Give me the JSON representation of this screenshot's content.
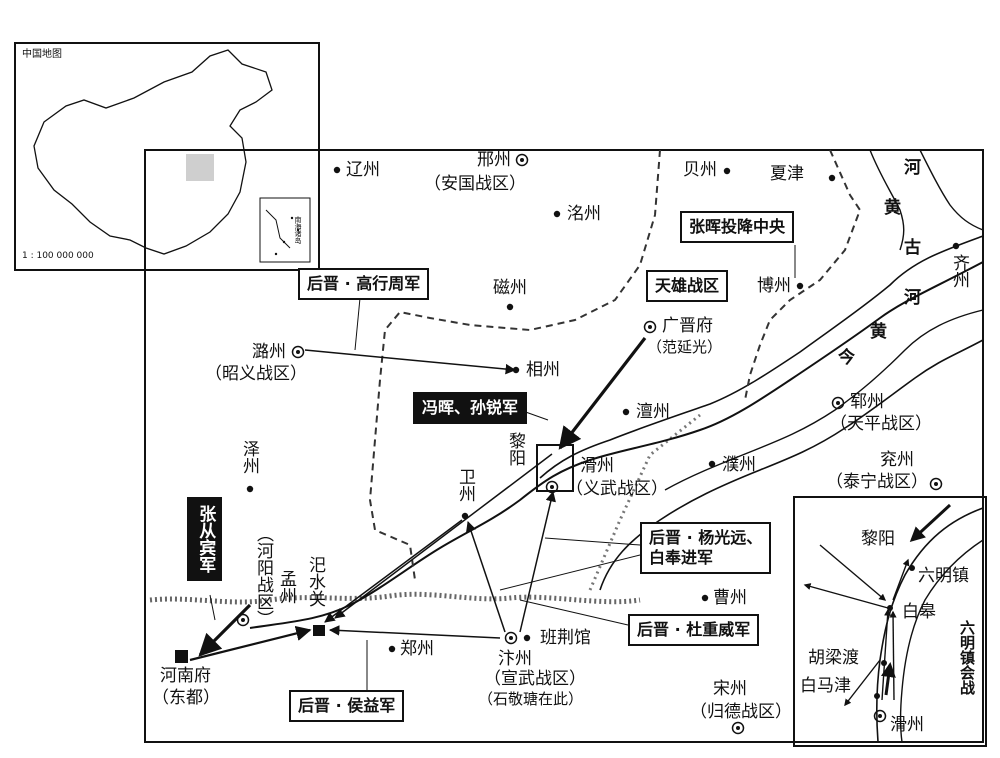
{
  "inset_map": {
    "title": "中国地图",
    "scale": "1 : 100 000 000",
    "islands_label": "南海诸岛",
    "highlight_color": "#cfcfcf"
  },
  "places": {
    "liaozhou": "辽州",
    "xingzhou": "邢州",
    "anguo": "（安国战区）",
    "beizhou": "贝州",
    "xiajin": "夏津",
    "mingzhou": "洺州",
    "cizhou": "磁州",
    "luzhou": "潞州",
    "zhaoyi": "（昭义战区）",
    "xiangzhou": "相州",
    "guangjinfu": "广晋府",
    "fanyanguang": "（范延光）",
    "bozhou": "博州",
    "qizhou": "齐州",
    "chanzhou": "澶州",
    "zezhou": "泽州",
    "liyang": "黎阳",
    "huazhou": "滑州",
    "yiwu": "（义武战区）",
    "puzhou": "濮州",
    "yunzhou": "郓州",
    "tianping": "（天平战区）",
    "yanzhou": "兖州",
    "taining": "（泰宁战区）",
    "weizhou": "卫州",
    "heyang": "（河阳战区）",
    "mengzhou": "孟州",
    "sishuiguan": "汜水关",
    "henanfu": "河南府",
    "dongdu": "（东都）",
    "zhengzhou": "郑州",
    "banjingguan": "班荆馆",
    "bianzhou": "汴州",
    "xuanwu": "（宣武战区）",
    "shijingtang": "（石敬瑭在此）",
    "caozhou": "曹州",
    "songzhou": "宋州",
    "guide": "（归德战区）"
  },
  "rivers": {
    "he_1": "河",
    "huang_1": "黄",
    "gu": "古",
    "he_2": "河",
    "huang_2": "黄",
    "jin": "今"
  },
  "labels": {
    "tianxiong": "天雄战区",
    "zhanghui": "张晖投降中央",
    "gaoxingzhou": "后晋 · 高行周军",
    "fenghui": "冯晖、孙锐军",
    "zhangcongbin": "张从宾军",
    "yangguangyuan_1": "后晋 · 杨光远、",
    "yangguangyuan_2": "白奉进军",
    "duchongwei": "后晋 · 杜重威军",
    "houyi": "后晋 · 侯益军"
  },
  "detail_map": {
    "title": "六明镇会战",
    "liyang": "黎阳",
    "liumingzhen": "六明镇",
    "baigao": "白皋",
    "huliangdu": "胡梁渡",
    "baimajin": "白马津",
    "huazhou": "滑州"
  }
}
